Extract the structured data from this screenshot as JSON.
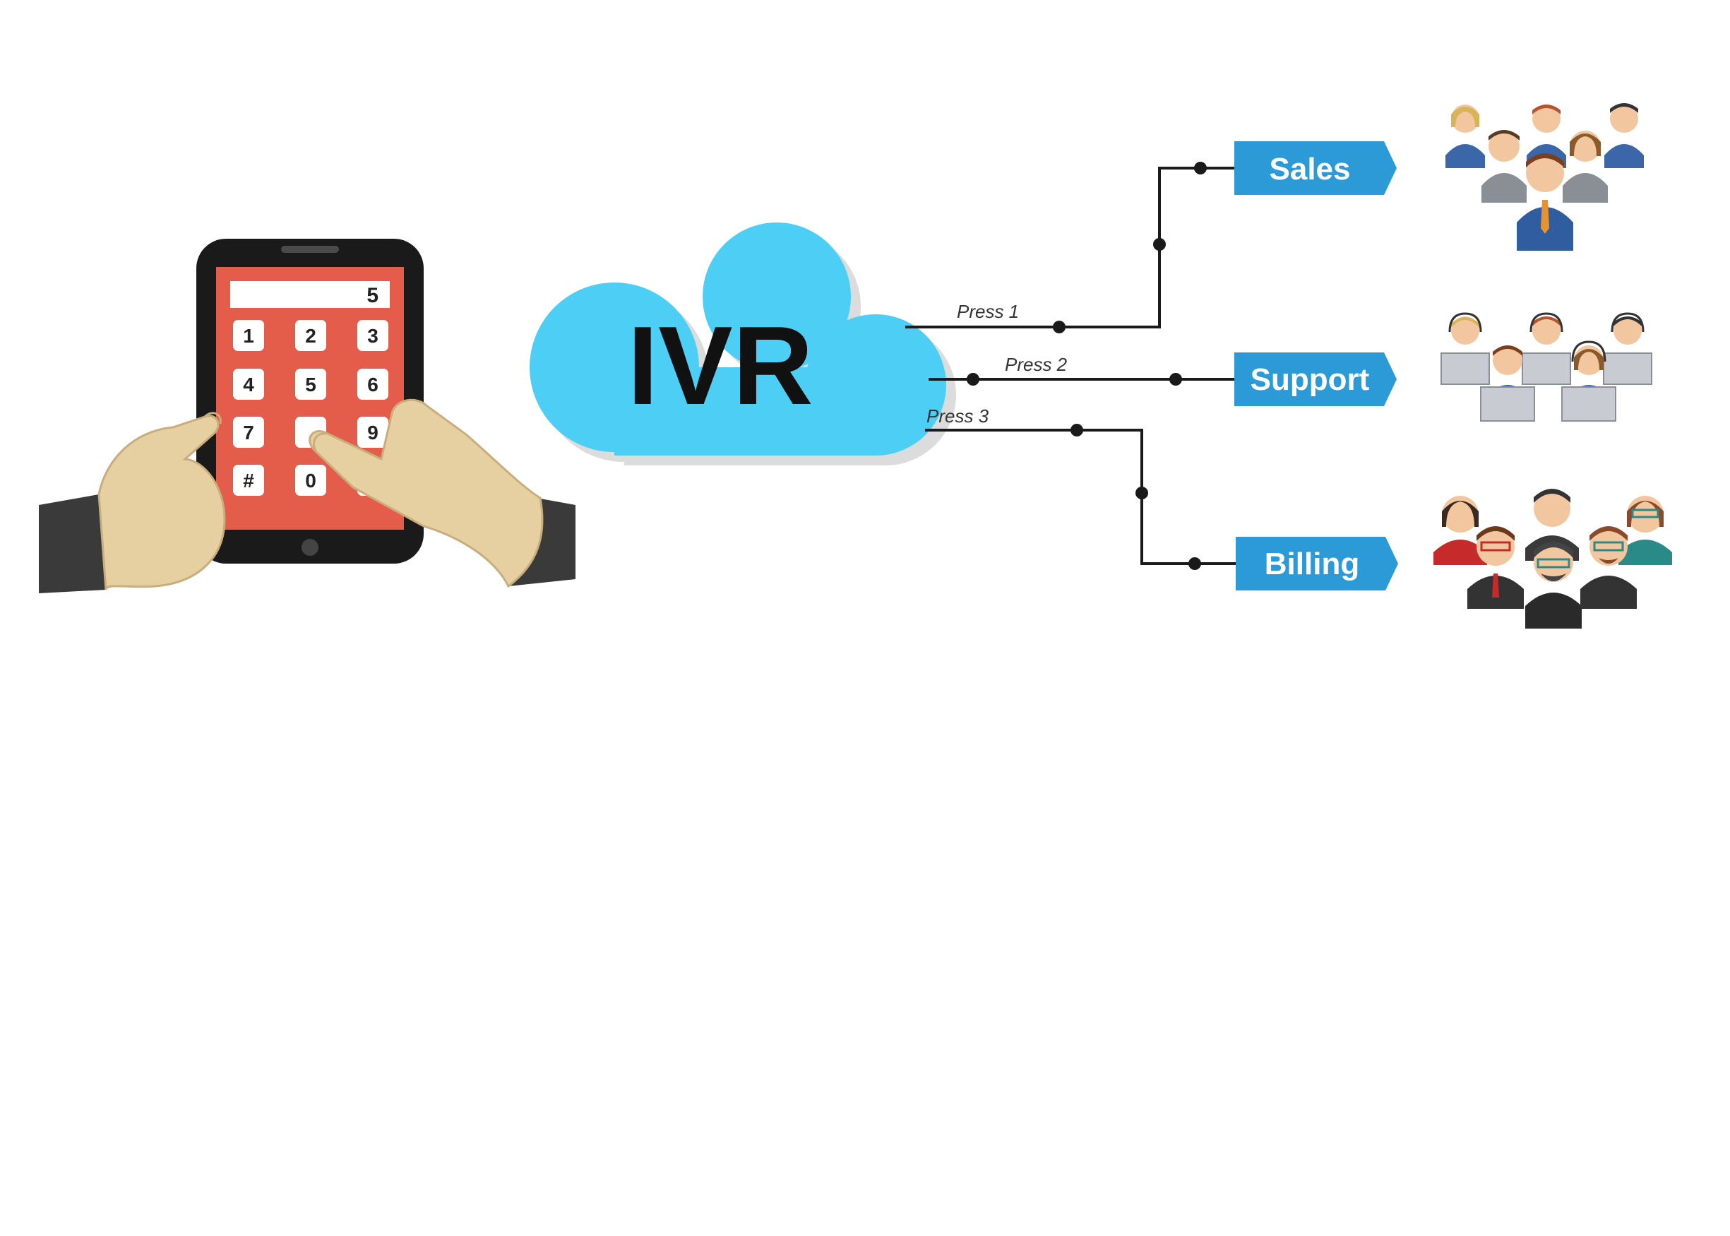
{
  "ivr": {
    "label": "IVR"
  },
  "phone": {
    "display_value": "5",
    "keys": [
      "1",
      "2",
      "3",
      "4",
      "5",
      "6",
      "7",
      "",
      "9",
      "#",
      "0",
      ""
    ]
  },
  "routes": [
    {
      "press_label": "Press 1",
      "department": "Sales"
    },
    {
      "press_label": "Press 2",
      "department": "Support"
    },
    {
      "press_label": "Press 3",
      "department": "Billing"
    }
  ],
  "colors": {
    "cloud": "#4dcff5",
    "phone_body": "#1a1a1a",
    "phone_screen": "#e35d4a",
    "dept_tag": "#2d9ad8",
    "line": "#1a1a1a"
  },
  "icons": {
    "phone": "touch-phone-hands-icon",
    "cloud": "cloud-icon",
    "sales_team": "business-team-icon",
    "support_team": "call-center-agents-icon",
    "billing_team": "staff-group-icon"
  }
}
